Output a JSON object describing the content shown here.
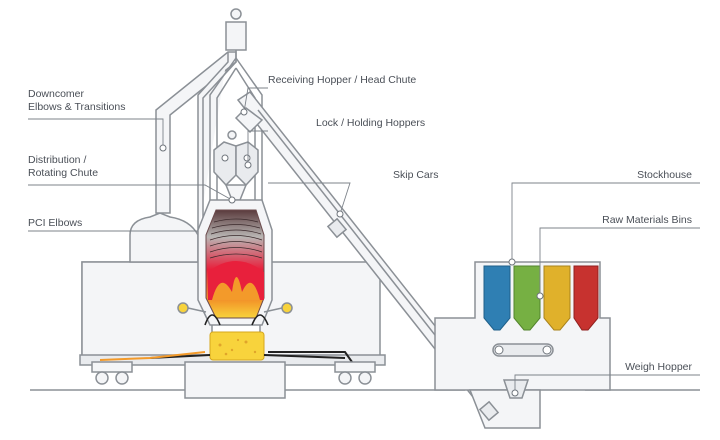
{
  "labels": {
    "downcomer": [
      "Downcomer",
      "Elbows & Transitions"
    ],
    "distribution": [
      "Distribution /",
      "Rotating Chute"
    ],
    "pci": [
      "PCI Elbows"
    ],
    "receiving": [
      "Receiving Hopper / Head Chute"
    ],
    "lock": [
      "Lock / Holding Hoppers"
    ],
    "skip": [
      "Skip Cars"
    ],
    "stockhouse": [
      "Stockhouse"
    ],
    "bins": [
      "Raw Materials Bins"
    ],
    "weigh": [
      "Weigh Hopper"
    ]
  },
  "colors": {
    "outline": "#8b9096",
    "fill": "#f4f5f7",
    "bin_blue": "#2f7fb3",
    "bin_green": "#76b043",
    "bin_yellow": "#e0b12b",
    "bin_red": "#c7322f",
    "flame_red": "#e8203c",
    "flame_orange": "#f39a2a",
    "hearth_yellow": "#f8d33c"
  },
  "icons": [
    "hook-icon",
    "wheel-icon",
    "skip-car-icon",
    "tuyere-icon"
  ]
}
